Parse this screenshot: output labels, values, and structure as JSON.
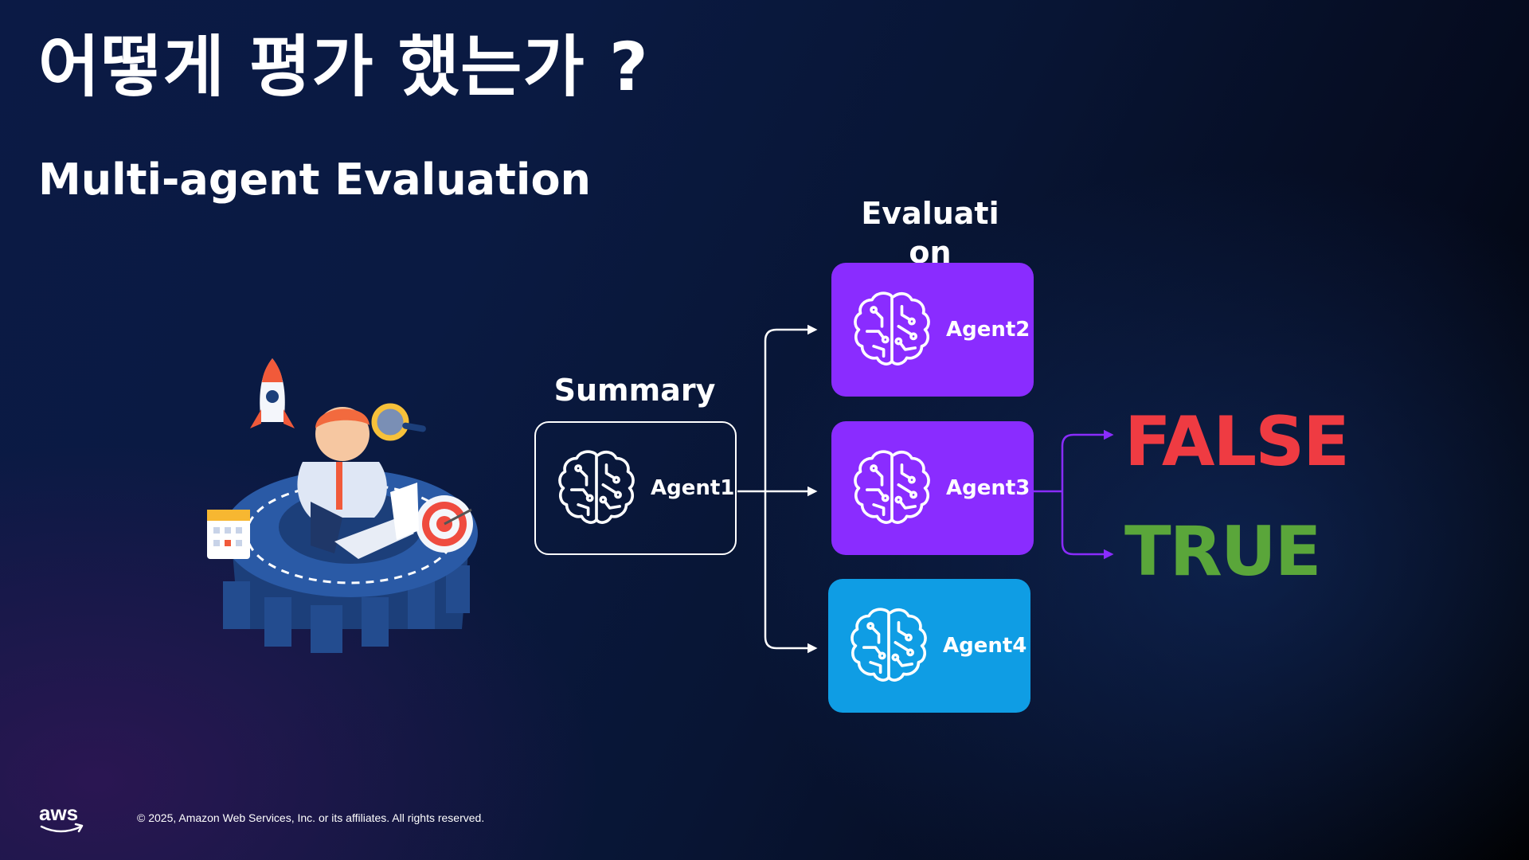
{
  "slide": {
    "title": "어떻게 평가 했는가 ?",
    "subtitle": "Multi-agent Evaluation"
  },
  "diagram": {
    "summary_label": "Summary",
    "evaluation_label": "Evaluation",
    "agents": [
      {
        "name": "Agent1",
        "icon": "brain-circuit-icon",
        "color": "transparent"
      },
      {
        "name": "Agent2",
        "icon": "brain-circuit-icon",
        "color": "#8a2cff"
      },
      {
        "name": "Agent3",
        "icon": "brain-circuit-icon",
        "color": "#8a2cff"
      },
      {
        "name": "Agent4",
        "icon": "brain-circuit-icon",
        "color": "#0f9de4"
      }
    ],
    "results": {
      "false_label": "FALSE",
      "false_color": "#ef3b42",
      "true_label": "TRUE",
      "true_color": "#5aa63a"
    },
    "arrow_color_main": "#ffffff",
    "arrow_color_result": "#8a2cff"
  },
  "illustration": {
    "icon": "person-on-gear-laptop-illustration"
  },
  "footer": {
    "logo_text": "aws",
    "copyright": "© 2025, Amazon Web Services, Inc. or its affiliates. All rights reserved."
  }
}
